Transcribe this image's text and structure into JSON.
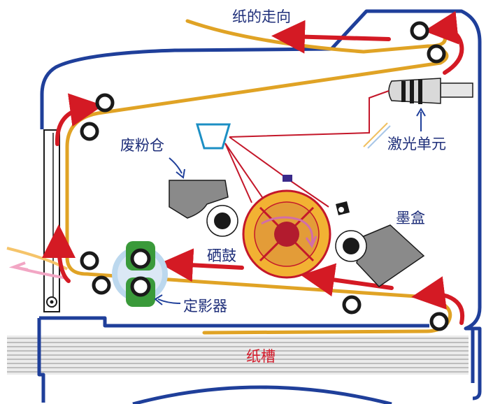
{
  "labels": {
    "paper_direction": "纸的走向",
    "laser_unit": "激光单元",
    "waste_toner": "废粉仓",
    "toner_cartridge": "墨盒",
    "drum": "硒鼓",
    "fuser": "定影器",
    "paper_tray": "纸槽"
  },
  "colors": {
    "frame": "#1f3f9a",
    "paper_path": "#e0a325",
    "arrow": "#d41a24",
    "laser_beam": "#c4172a",
    "drum_fill": "#eda731",
    "drum_core": "#c4172a",
    "grey_part": "#8a8a8a",
    "fuser_green": "#3a9a3a",
    "fuser_halo": "#bcd8ee",
    "tray_lines": "#c8c8c8",
    "pink_arrow": "#f2a6c4"
  }
}
